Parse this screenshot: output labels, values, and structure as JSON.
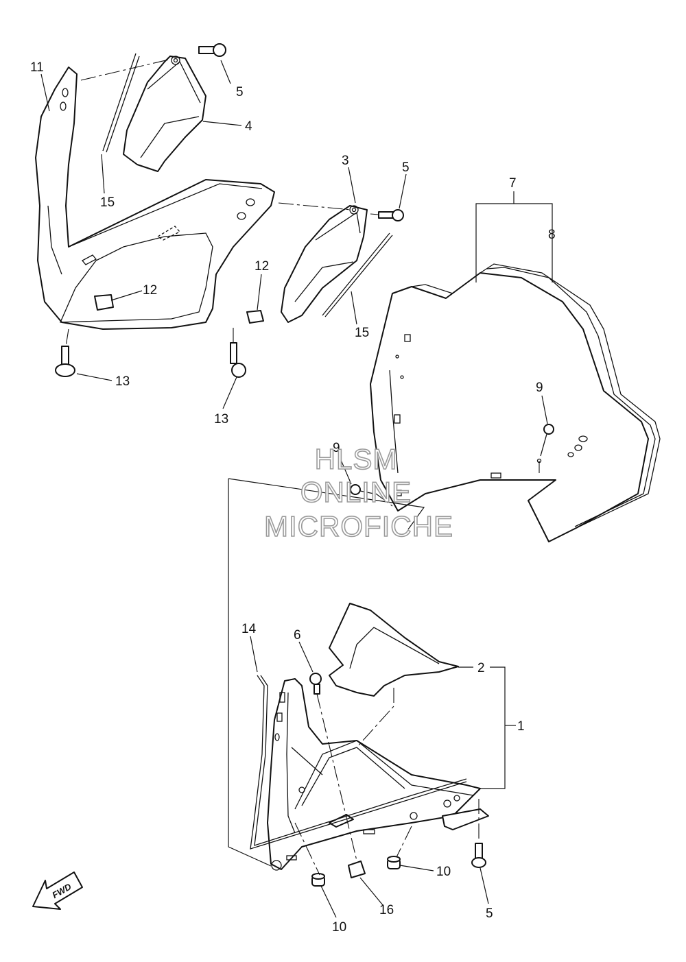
{
  "callouts": {
    "c1": "1",
    "c2": "2",
    "c3": "3",
    "c4": "4",
    "c5a": "5",
    "c5b": "5",
    "c5c": "5",
    "c6": "6",
    "c7": "7",
    "c8": "8",
    "c9a": "9",
    "c9b": "9",
    "c10a": "10",
    "c10b": "10",
    "c11": "11",
    "c12a": "12",
    "c12b": "12",
    "c13a": "13",
    "c13b": "13",
    "c14": "14",
    "c15a": "15",
    "c15b": "15",
    "c16": "16"
  },
  "watermark": {
    "line1": "HLSM",
    "line2": "ONLINE",
    "line3": "MICROFICHE"
  },
  "fwd_label": "FWD"
}
